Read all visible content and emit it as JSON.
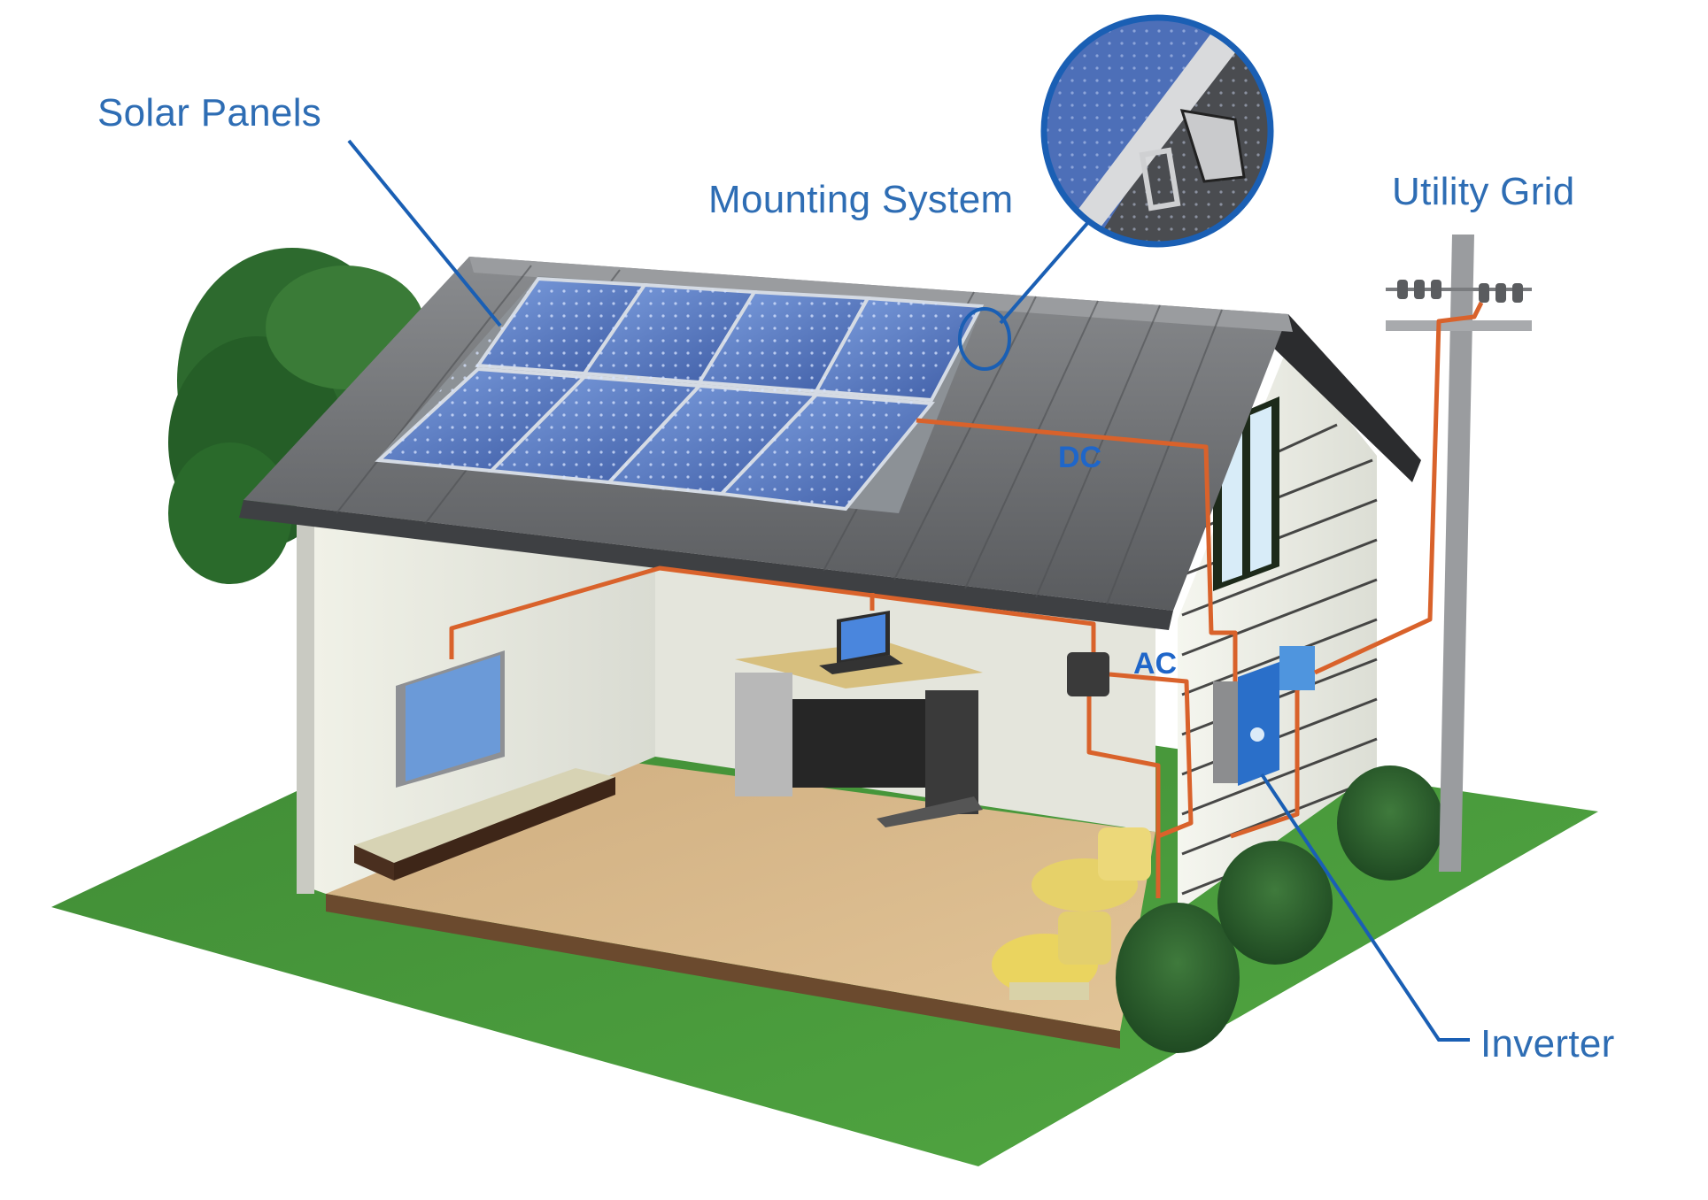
{
  "title": "Grid-tied solar power system diagram",
  "labels": {
    "solar_panels": "Solar Panels",
    "mounting_system": "Mounting System",
    "utility_grid": "Utility Grid",
    "inverter": "Inverter"
  },
  "wire_tags": {
    "dc": "DC",
    "ac": "AC"
  },
  "components": [
    {
      "id": "solar-panels",
      "label": "Solar Panels",
      "count": 8,
      "layout": "2 rows x 4 columns"
    },
    {
      "id": "mounting-system",
      "label": "Mounting System",
      "detail": "circular inset showing rail clamp"
    },
    {
      "id": "inverter",
      "label": "Inverter",
      "location": "exterior side wall"
    },
    {
      "id": "utility-grid",
      "label": "Utility Grid",
      "location": "utility pole"
    }
  ],
  "colors": {
    "label_text": "#2e6db4",
    "leader_line": "#1a5fb4",
    "wire": "#d9622b",
    "roof": "#6b6d70",
    "panel": "#4d6fb8",
    "lawn": "#4f9a3f",
    "floor": "#d7b88a",
    "wall": "#e8e9e0",
    "inverter": "#2a6fc9"
  }
}
